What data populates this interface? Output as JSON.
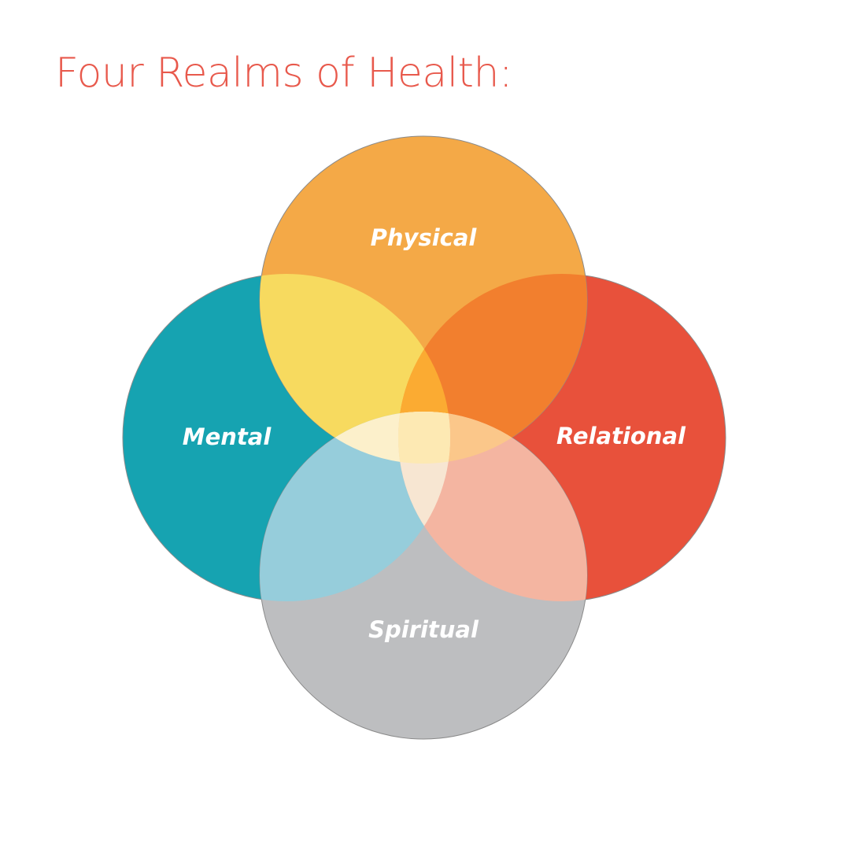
{
  "title": {
    "text": "Four Realms of Health:",
    "color": "#e8594c"
  },
  "realms": {
    "physical": {
      "label": "Physical",
      "color": "#f4a947"
    },
    "mental": {
      "label": "Mental",
      "color": "#16a3b1"
    },
    "relational": {
      "label": "Relational",
      "color": "#e8513b"
    },
    "spiritual": {
      "label": "Spiritual",
      "color": "#bdbec0"
    }
  },
  "overlap_colors": {
    "physical_mental": "#f7da5f",
    "physical_relational": "#f27f2e",
    "mental_spiritual": "#96cddb",
    "relational_spiritual": "#f4b5a1",
    "physical_mental_relational": "#fbab32",
    "physical_mental_spiritual": "#fcf0cb",
    "physical_relational_spiritual": "#fbc78a",
    "mental_relational_spiritual": "#f7e6d2",
    "all_four": "#fde9b3"
  }
}
